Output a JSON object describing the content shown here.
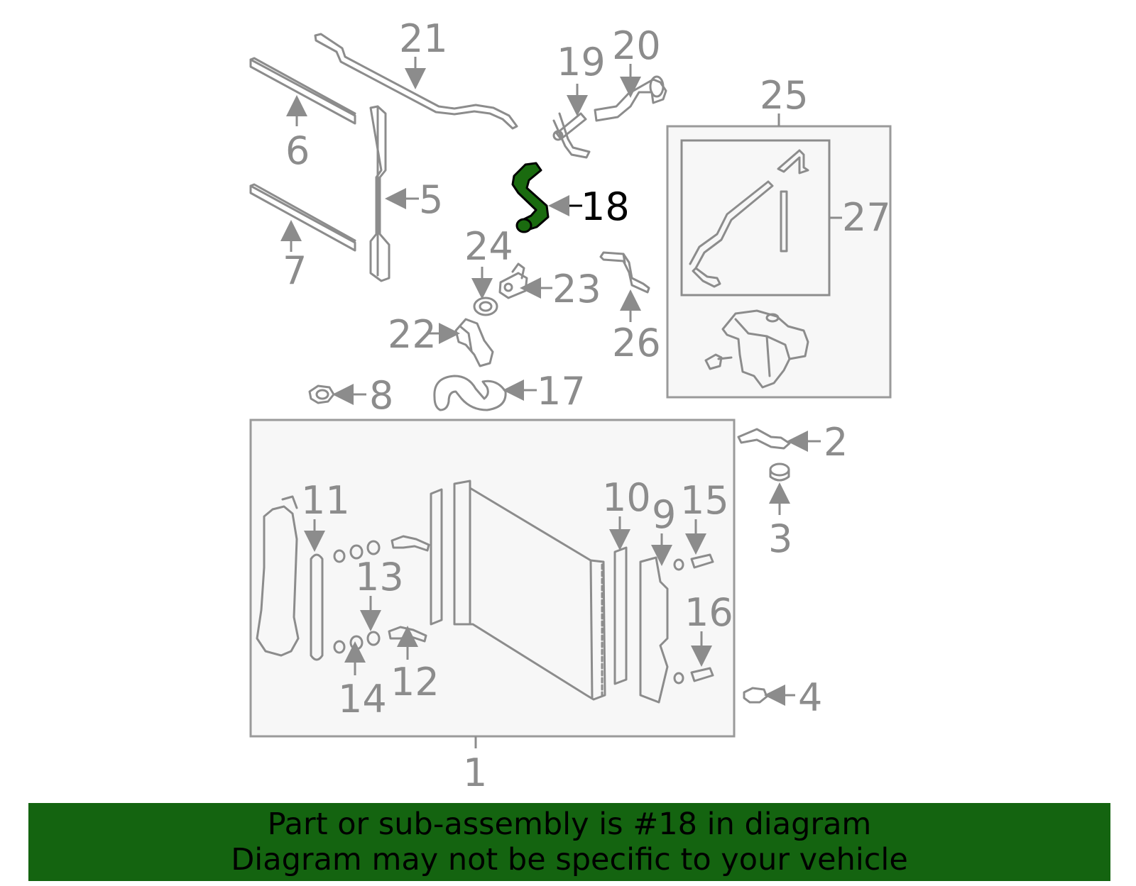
{
  "diagram": {
    "highlight_part": "18",
    "highlight_color": "#1a6b0f",
    "callouts": [
      "1",
      "2",
      "3",
      "4",
      "5",
      "6",
      "7",
      "8",
      "9",
      "10",
      "11",
      "12",
      "13",
      "14",
      "15",
      "16",
      "17",
      "18",
      "19",
      "20",
      "21",
      "22",
      "23",
      "24",
      "25",
      "26",
      "27"
    ]
  },
  "banner": {
    "line1": "Part or sub-assembly is #18 in diagram",
    "line2": "Diagram may not be specific to your vehicle",
    "background": "#146410"
  }
}
